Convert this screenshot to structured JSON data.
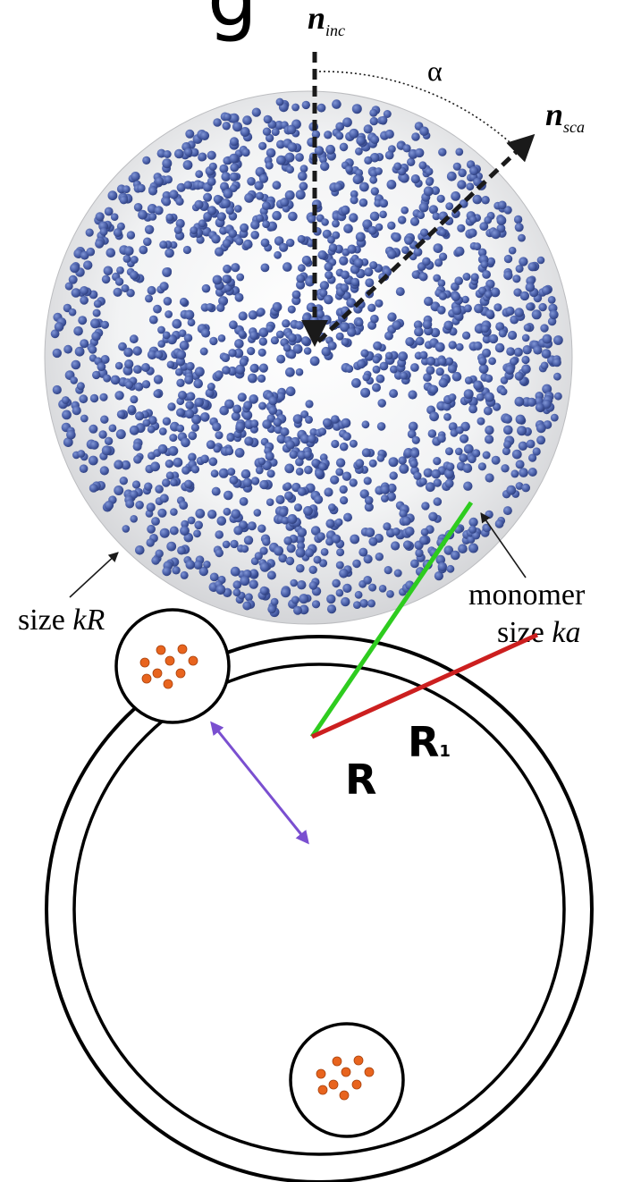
{
  "top_figure": {
    "heading_fragment": "g",
    "incident_vector": {
      "symbol": "n",
      "subscript": "inc"
    },
    "scattered_vector": {
      "symbol": "n",
      "subscript": "sca"
    },
    "angle_symbol": "α",
    "size_label": {
      "prefix": "size ",
      "variable": "kR"
    },
    "monomer_label": {
      "line1": "monomer",
      "line2_prefix": "size ",
      "line2_variable": "ka"
    },
    "colors": {
      "sphere": "#e3e4e6",
      "monomer": "#4a5fa8",
      "arrows": "#1a1a1a"
    }
  },
  "bottom_figure": {
    "radius_label": "R",
    "inner_radius_label": "R",
    "inner_radius_subscript": "1",
    "colors": {
      "R_line": "#2ecc1f",
      "R1_line": "#cc1f1f",
      "separation_arrow": "#7a4fd0",
      "particles": "#e8641e",
      "circles": "#000000"
    }
  }
}
